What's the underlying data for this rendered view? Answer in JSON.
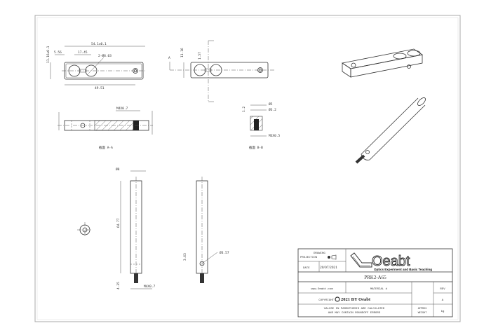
{
  "views": {
    "top_dims": {
      "length": "54.1±0.1",
      "offset": "5.56",
      "pitch": "17.45",
      "holes": "2-Ø8.03",
      "overall": "49.51",
      "height": "11.16±0.1"
    },
    "front_dims": {
      "height": "11.16",
      "hole_offset": "1.57",
      "section_mark": "A"
    },
    "section_a": {
      "thread": "M4X0.7",
      "label": "截面 A-A",
      "mark": "A"
    },
    "section_b": {
      "d1": "Ø5",
      "d2": "Ø3.2",
      "depth": "1.2",
      "thread": "M3X0.5",
      "label": "截面 B-B"
    },
    "rod_dims": {
      "diameter": "Ø8",
      "length": "64.77",
      "thread_len": "4.35",
      "thread": "M4X0.7"
    },
    "rod_side_dims": {
      "hole": "Ø3.57",
      "offset": "3.63"
    }
  },
  "title_block": {
    "projection_label_1": "DRAWING",
    "projection_label_2": "PROJECTION",
    "date_label": "DATE",
    "date_value": "20/07/2021",
    "logo_text": "Oeabt",
    "logo_tagline": "Optics Experiment and Basic Teaching",
    "part_number": "PRK2-A65",
    "website": "www.Oeabt.com",
    "material_label": "MATERIAL #",
    "rev_label": "REV",
    "rev_value": "A",
    "copyright_label": "COPYRIGHT",
    "copyright_text": "2021 BY Oeabt",
    "note_line1": "VALUSE IN PARENTHESIS ARE CALCULATED",
    "note_line2": "AND MAY CONTAIN ROUNDOFF ERRORS",
    "weight_label_1": "APPROX",
    "weight_label_2": "WEIGHT",
    "weight_unit": "kg"
  }
}
